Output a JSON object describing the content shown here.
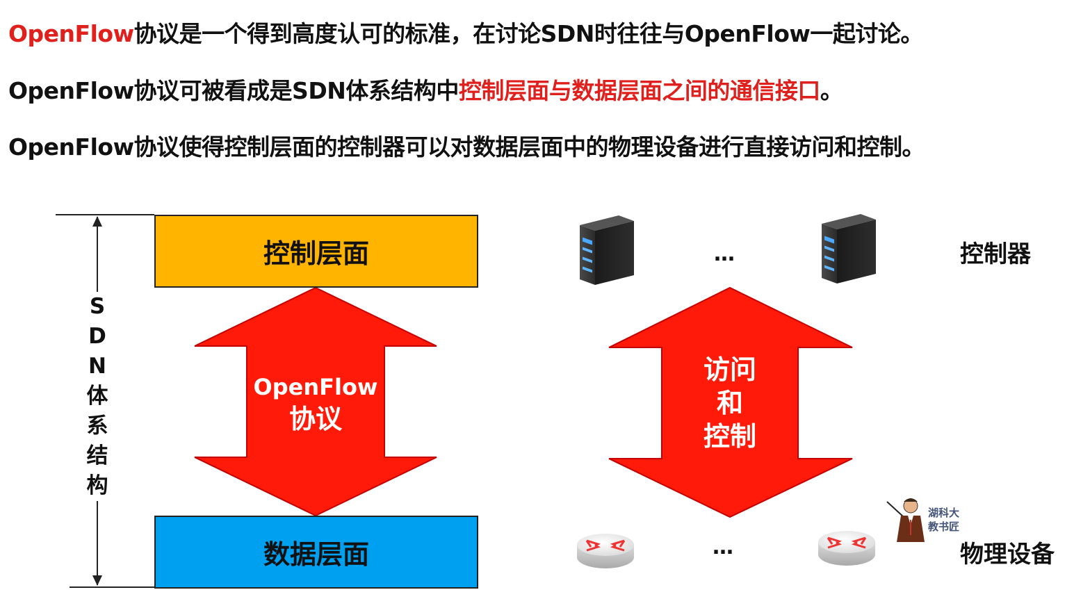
{
  "intro": {
    "line1": {
      "red": "OpenFlow",
      "black": "协议是一个得到高度认可的标准，在讨论SDN时往往与OpenFlow一起讨论。"
    },
    "line2": {
      "black_before": "OpenFlow协议可被看成是SDN体系结构中",
      "red": "控制层面与数据层面之间的通信接口",
      "black_after": "。"
    },
    "line3": "OpenFlow协议使得控制层面的控制器可以对数据层面中的物理设备进行直接访问和控制。"
  },
  "left_diagram": {
    "control_plane": "控制层面",
    "data_plane": "数据层面",
    "arrow_line1": "OpenFlow",
    "arrow_line2": "协议",
    "sdn_chars": [
      "S",
      "D",
      "N",
      "体",
      "系",
      "结",
      "构"
    ]
  },
  "right_diagram": {
    "arrow_lines": [
      "访问",
      "和",
      "控制"
    ],
    "controller_label": "控制器",
    "device_label": "物理设备",
    "top_ellipsis": "…",
    "bottom_ellipsis": "…"
  },
  "watermark": {
    "line1": "湖科大",
    "line2": "教书匠"
  },
  "colors": {
    "accent_red": "#e0201c",
    "arrow_red": "#ff1a0a",
    "control_plane_fill": "#ffb400",
    "data_plane_fill": "#00a0f0"
  },
  "icons": [
    "server-icon",
    "router-icon",
    "teacher-icon"
  ]
}
